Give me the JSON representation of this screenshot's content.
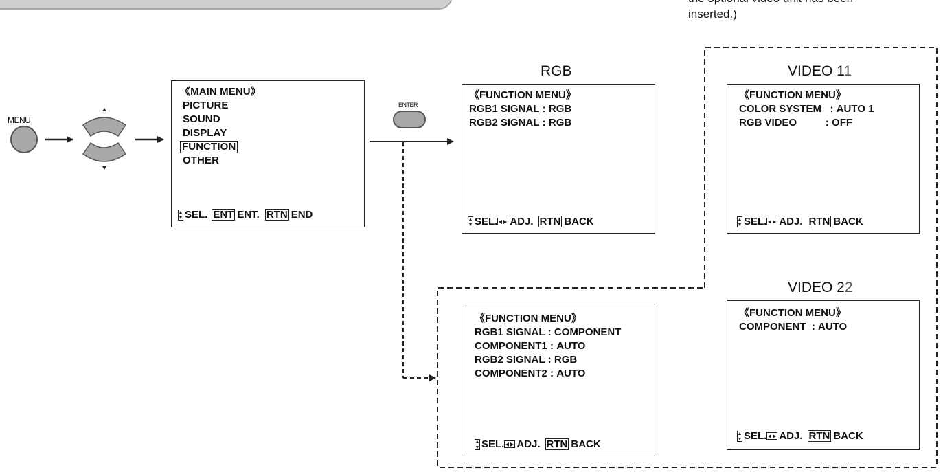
{
  "note": {
    "line1": "the optional video unit has been",
    "line2": "inserted.)"
  },
  "labels": {
    "menu_button": "MENU",
    "enter_button": "ENTER"
  },
  "main_menu": {
    "header": "《MAIN MENU》",
    "items": [
      "PICTURE",
      "SOUND",
      "DISPLAY",
      "FUNCTION",
      "OTHER"
    ],
    "footer": {
      "sel": "SEL.",
      "ent_key": "ENT",
      "ent": "ENT.",
      "rtn_key": "RTN",
      "end": "END"
    }
  },
  "rgb_panel": {
    "title": "RGB",
    "header": "《FUNCTION MENU》",
    "rows": [
      {
        "key": "RGB1 SIGNAL",
        "sep": " : ",
        "value": "RGB"
      },
      {
        "key": "RGB2 SIGNAL",
        "sep": " : ",
        "value": "RGB"
      }
    ],
    "footer": {
      "sel": "SEL.",
      "adj": "ADJ.",
      "rtn_key": "RTN",
      "back": "BACK"
    }
  },
  "component_panel": {
    "header": "《FUNCTION MENU》",
    "rows": [
      {
        "key": "RGB1 SIGNAL",
        "sep": " : ",
        "value": "COMPONENT"
      },
      {
        "key": "COMPONENT1",
        "sep": " : ",
        "value": "AUTO"
      },
      {
        "key": "RGB2 SIGNAL",
        "sep": " : ",
        "value": "RGB"
      },
      {
        "key": "COMPONENT2",
        "sep": " : ",
        "value": "AUTO"
      }
    ],
    "footer": {
      "sel": "SEL.",
      "adj": "ADJ.",
      "rtn_key": "RTN",
      "back": "BACK"
    }
  },
  "video1_panel": {
    "title": "VIDEO 1",
    "title_suffix": "1",
    "header": "《FUNCTION MENU》",
    "rows": [
      {
        "key": "COLOR SYSTEM",
        "sep": "   : ",
        "value": "AUTO 1"
      },
      {
        "key": "RGB VIDEO",
        "sep": "          : ",
        "value": "OFF"
      }
    ],
    "footer": {
      "sel": "SEL.",
      "adj": "ADJ.",
      "rtn_key": "RTN",
      "back": "BACK"
    }
  },
  "video2_panel": {
    "title": "VIDEO 2",
    "title_suffix": "2",
    "header": "《FUNCTION MENU》",
    "rows": [
      {
        "key": "COMPONENT",
        "sep": "  : ",
        "value": "AUTO"
      }
    ],
    "footer": {
      "sel": "SEL.",
      "adj": "ADJ.",
      "rtn_key": "RTN",
      "back": "BACK"
    }
  },
  "colors": {
    "button_fill": "#a9a9a9",
    "button_stroke": "#555555",
    "line": "#222222"
  }
}
